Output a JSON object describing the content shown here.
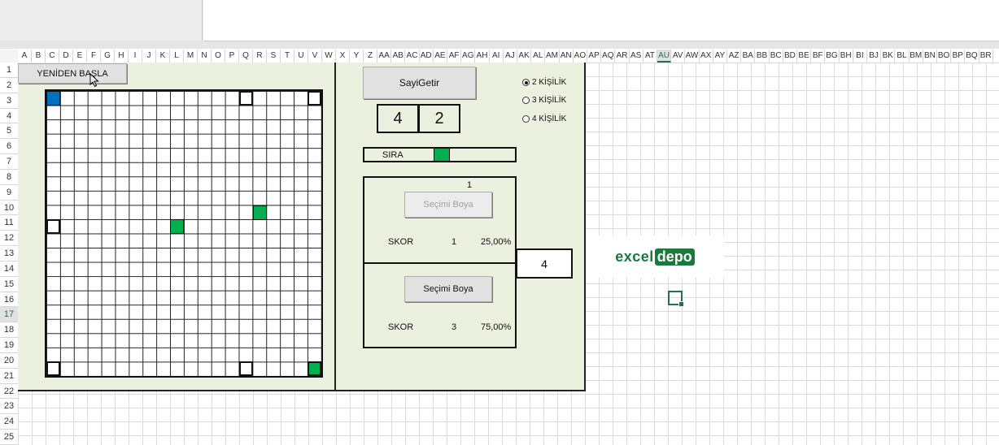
{
  "buttons": {
    "restart": "YENİDEN BAŞLA",
    "get_number": "SayiGetir",
    "paint_p1": "Seçimi Boya",
    "paint_p2": "Seçimi Boya"
  },
  "dice": {
    "first": "4",
    "second": "2"
  },
  "player_options": [
    {
      "label": "2 KİŞİLİK",
      "selected": true
    },
    {
      "label": "3 KİŞİLİK",
      "selected": false
    },
    {
      "label": "4 KİŞİLİK",
      "selected": false
    }
  ],
  "turn": {
    "label": "SIRA",
    "color": "#00b050"
  },
  "players": [
    {
      "number": "1",
      "score_label": "SKOR",
      "score": "1",
      "percent": "25,00%",
      "color": "#0070c0"
    },
    {
      "number": "",
      "score_label": "SKOR",
      "score": "3",
      "percent": "75,00%",
      "color": "#00b050"
    }
  ],
  "total": "4",
  "logo": {
    "part1": "excel",
    "part2": "depo"
  },
  "columns": [
    "A",
    "B",
    "C",
    "D",
    "E",
    "F",
    "G",
    "H",
    "I",
    "J",
    "K",
    "L",
    "M",
    "N",
    "O",
    "P",
    "Q",
    "R",
    "S",
    "T",
    "U",
    "V",
    "W",
    "X",
    "Y",
    "Z",
    "AA",
    "AB",
    "AC",
    "AD",
    "AE",
    "AF",
    "AG",
    "AH",
    "AI",
    "AJ",
    "AK",
    "AL",
    "AM",
    "AN",
    "AO",
    "AP",
    "AQ",
    "AR",
    "AS",
    "AT",
    "AU",
    "AV",
    "AW",
    "AX",
    "AY",
    "AZ",
    "BA",
    "BB",
    "BC",
    "BD",
    "BE",
    "BF",
    "BG",
    "BH",
    "BI",
    "BJ",
    "BK",
    "BL",
    "BM",
    "BN",
    "BO",
    "BP",
    "BQ",
    "BR"
  ],
  "selected_column": "AU",
  "rows": [
    "1",
    "2",
    "3",
    "4",
    "5",
    "6",
    "7",
    "8",
    "9",
    "10",
    "11",
    "12",
    "13",
    "14",
    "15",
    "16",
    "17",
    "18",
    "19",
    "20",
    "21",
    "22",
    "23",
    "24",
    "25"
  ],
  "selected_row": "17",
  "colors": {
    "blue": "#0070c0",
    "green": "#00b050",
    "panel": "#ebf0df",
    "excel_green": "#217346"
  }
}
